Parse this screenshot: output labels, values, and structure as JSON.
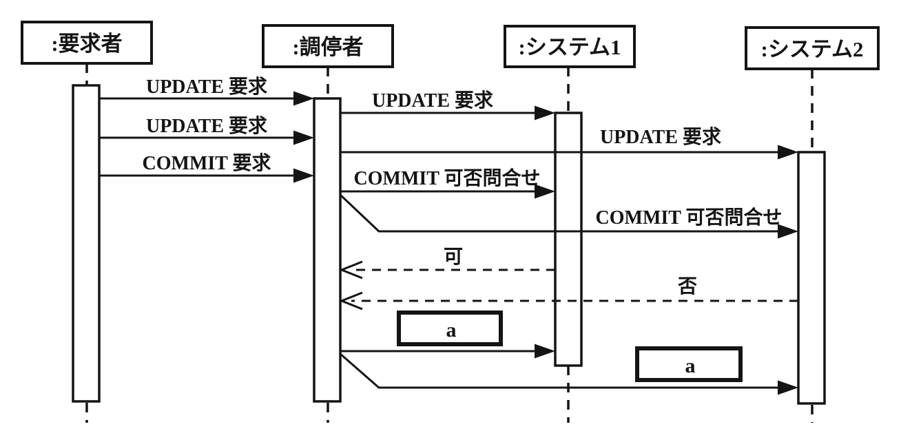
{
  "diagram_type": "uml-sequence-diagram",
  "colors": {
    "ink": "#141414",
    "paper": "#ffffff"
  },
  "actors": [
    {
      "id": "requester",
      "label": ":要求者"
    },
    {
      "id": "mediator",
      "label": ":調停者"
    },
    {
      "id": "system1",
      "label": ":システム1"
    },
    {
      "id": "system2",
      "label": ":システム2"
    }
  ],
  "messages": [
    {
      "label": "UPDATE 要求",
      "from": "要求者",
      "to": "調停者",
      "style": "solid-arrow"
    },
    {
      "label": "UPDATE 要求",
      "from": "調停者",
      "to": "システム1",
      "style": "solid-arrow"
    },
    {
      "label": "UPDATE 要求",
      "from": "要求者",
      "to": "調停者",
      "style": "solid-arrow"
    },
    {
      "label": "UPDATE 要求",
      "from": "調停者",
      "to": "システム2",
      "style": "solid-arrow"
    },
    {
      "label": "COMMIT 要求",
      "from": "要求者",
      "to": "調停者",
      "style": "solid-arrow"
    },
    {
      "label": "COMMIT 可否問合せ",
      "from": "調停者",
      "to": "システム1",
      "style": "solid-arrow"
    },
    {
      "label": "COMMIT 可否問合せ",
      "from": "調停者",
      "to": "システム2",
      "style": "solid-arrow-bent"
    },
    {
      "label": "可",
      "from": "システム1",
      "to": "調停者",
      "style": "dashed-return"
    },
    {
      "label": "否",
      "from": "システム2",
      "to": "調停者",
      "style": "dashed-return"
    },
    {
      "label": "a",
      "from": "調停者",
      "to": "システム1",
      "style": "solid-arrow-boxed-label"
    },
    {
      "label": "a",
      "from": "調停者",
      "to": "システム2",
      "style": "solid-arrow-bent-boxed-label"
    }
  ]
}
